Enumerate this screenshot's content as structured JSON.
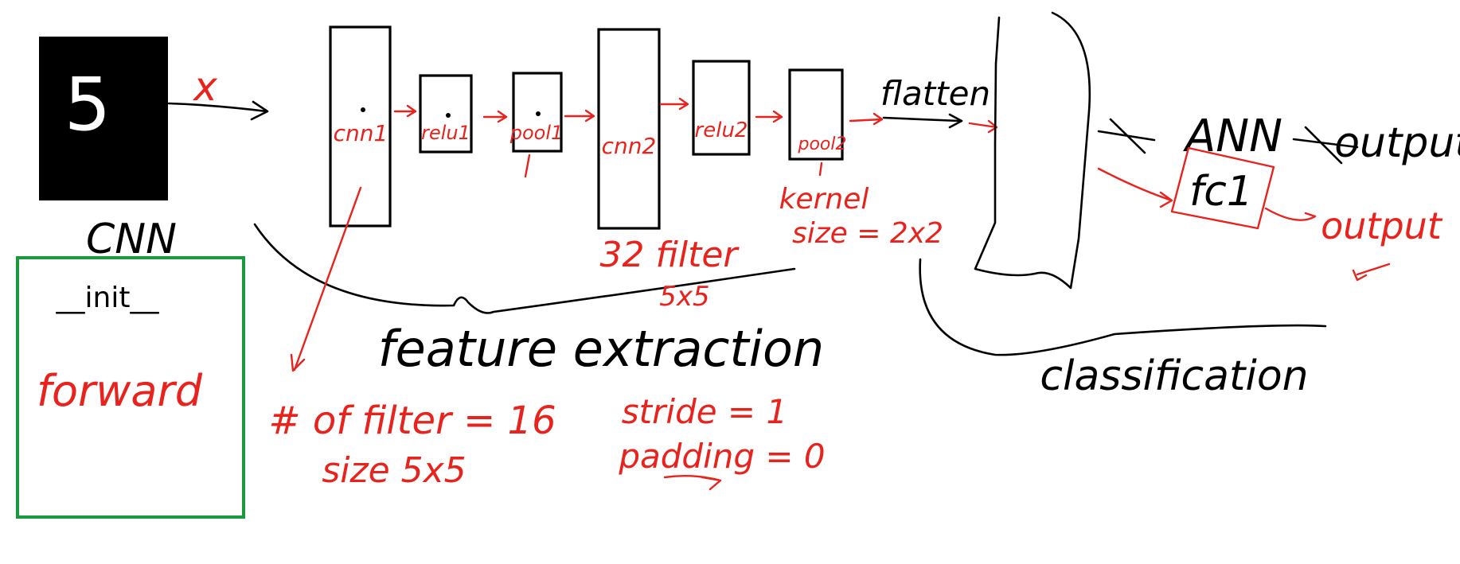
{
  "input": {
    "digit": "5",
    "label": "x"
  },
  "title": "CNN",
  "code_box": {
    "init": "__init__",
    "forward": "forward"
  },
  "layers": [
    {
      "name": "cnn1"
    },
    {
      "name": "relu1"
    },
    {
      "name": "pool1"
    },
    {
      "name": "cnn2"
    },
    {
      "name": "relu2"
    },
    {
      "name": "pool2"
    }
  ],
  "flatten": "flatten",
  "ann_label": "ANN",
  "fc_label": "fc1",
  "output_label": "output",
  "feature_label": "feature extraction",
  "classification_label": "classification",
  "annotations": {
    "filters_count": "# of filter = 16",
    "filters_size": "size  5x5",
    "cnn2_filters": "32 filter",
    "cnn2_size": "5x5",
    "stride": "stride = 1",
    "padding": "padding = 0",
    "pool_kernel": "kernel",
    "pool_size": "size = 2x2"
  },
  "colors": {
    "ink_black": "#000000",
    "ink_red": "#e8231d",
    "box_green": "#1a9a3c"
  }
}
